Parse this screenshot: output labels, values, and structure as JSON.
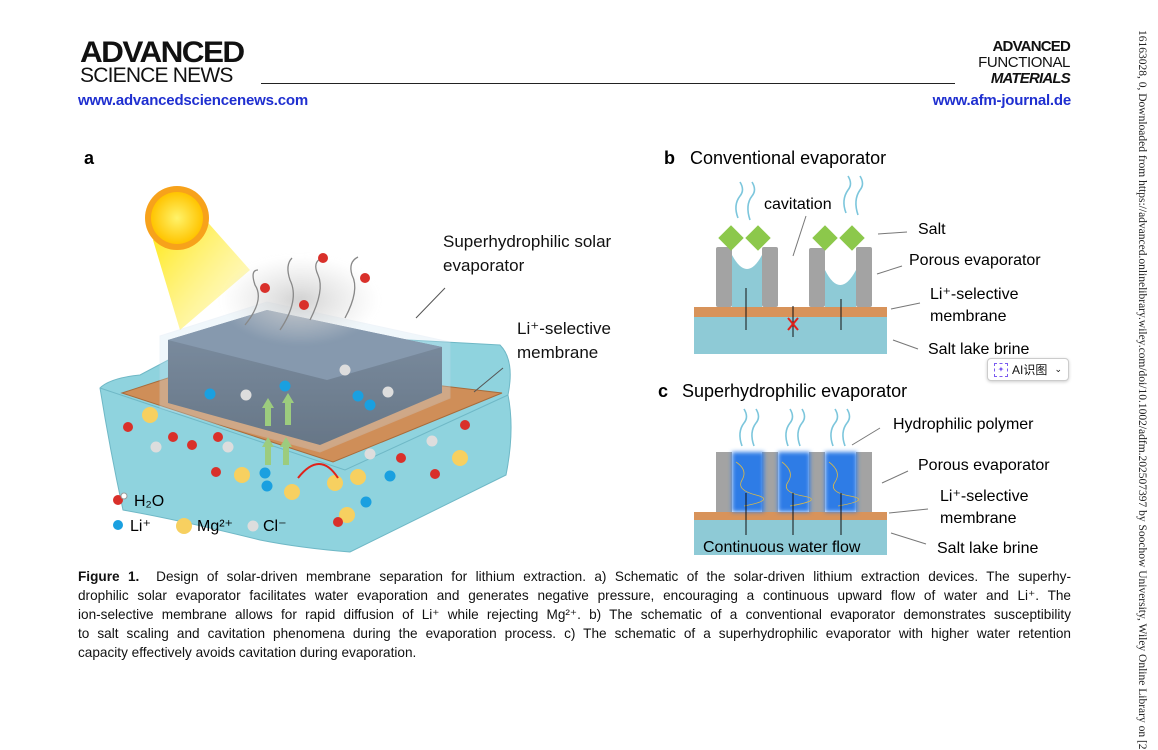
{
  "header": {
    "left_logo_line1": "ADVANCED",
    "left_logo_line2": "SCIENCE NEWS",
    "left_url": "www.advancedsciencenews.com",
    "right_logo_line1": "ADVANCED",
    "right_logo_line2": "FUNCTIONAL",
    "right_logo_line3": "MATERIALS",
    "right_url": "www.afm-journal.de"
  },
  "figure": {
    "panel_a": {
      "label": "a",
      "evaporator_label_1": "Superhydrophilic solar",
      "evaporator_label_2": "evaporator",
      "membrane_label_1": "Li⁺-selective",
      "membrane_label_2": "membrane",
      "legend": {
        "h2o": "H₂O",
        "li": "Li⁺",
        "mg": "Mg²⁺",
        "cl": "Cl⁻"
      }
    },
    "panel_b": {
      "label": "b",
      "title": "Conventional evaporator",
      "cavitation": "cavitation",
      "salt": "Salt",
      "porous": "Porous evaporator",
      "membrane_1": "Li⁺-selective",
      "membrane_2": "membrane",
      "brine": "Salt lake brine"
    },
    "panel_c": {
      "label": "c",
      "title": "Superhydrophilic evaporator",
      "polymer": "Hydrophilic polymer",
      "porous": "Porous evaporator",
      "membrane_1": "Li⁺-selective",
      "membrane_2": "membrane",
      "flow": "Continuous water flow",
      "brine": "Salt lake brine"
    },
    "colors": {
      "brine": "#8ecad6",
      "membrane": "#d8935a",
      "pillar": "#a3a3a3",
      "salt": "#8cc84b",
      "polymer": "#3a7ee0",
      "sun": "#ffd400"
    }
  },
  "caption": {
    "label": "Figure 1.",
    "lines": [
      "Design of solar-driven membrane separation for lithium extraction. a) Schematic of the solar-driven lithium extraction devices. The superhy-",
      "drophilic solar evaporator facilitates water evaporation and generates negative pressure, encouraging a continuous upward flow of water and Li⁺. The",
      "ion-selective membrane allows for rapid diffusion of Li⁺ while rejecting Mg²⁺. b) The schematic of a conventional evaporator demonstrates susceptibility",
      "to salt scaling and cavitation phenomena during the evaporation process. c) The schematic of a superhydrophilic evaporator with higher water retention",
      "capacity effectively avoids cavitation during evaporation."
    ]
  },
  "side_note": "16163028, 0, Downloaded from https://advanced.onlinelibrary.wiley.com/doi/10.1002/adfm.202507397 by Soochow University, Wiley Online Library on [2",
  "ai_badge": {
    "label": "AI识图",
    "icon": "sparkle-scan-icon",
    "chevron": "chevron-down-icon"
  }
}
